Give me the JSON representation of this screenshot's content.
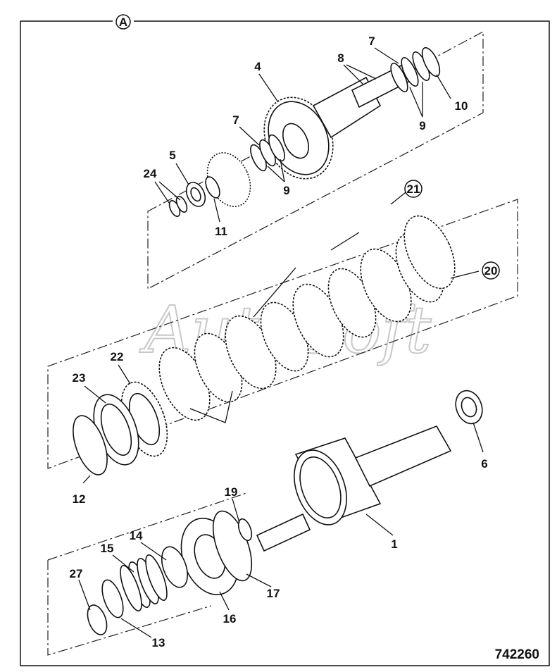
{
  "view_marker": "A",
  "figure_number": "742260",
  "watermark": "AutoSoft",
  "callouts": {
    "c1": "1",
    "c4": "4",
    "c5": "5",
    "c6": "6",
    "c7a": "7",
    "c7b": "7",
    "c8": "8",
    "c9a": "9",
    "c9b": "9",
    "c10": "10",
    "c11": "11",
    "c12": "12",
    "c13": "13",
    "c14": "14",
    "c15": "15",
    "c16": "16",
    "c17": "17",
    "c19": "19",
    "c20": "20",
    "c21": "21",
    "c22": "22",
    "c23": "23",
    "c24": "24",
    "c27": "27"
  }
}
